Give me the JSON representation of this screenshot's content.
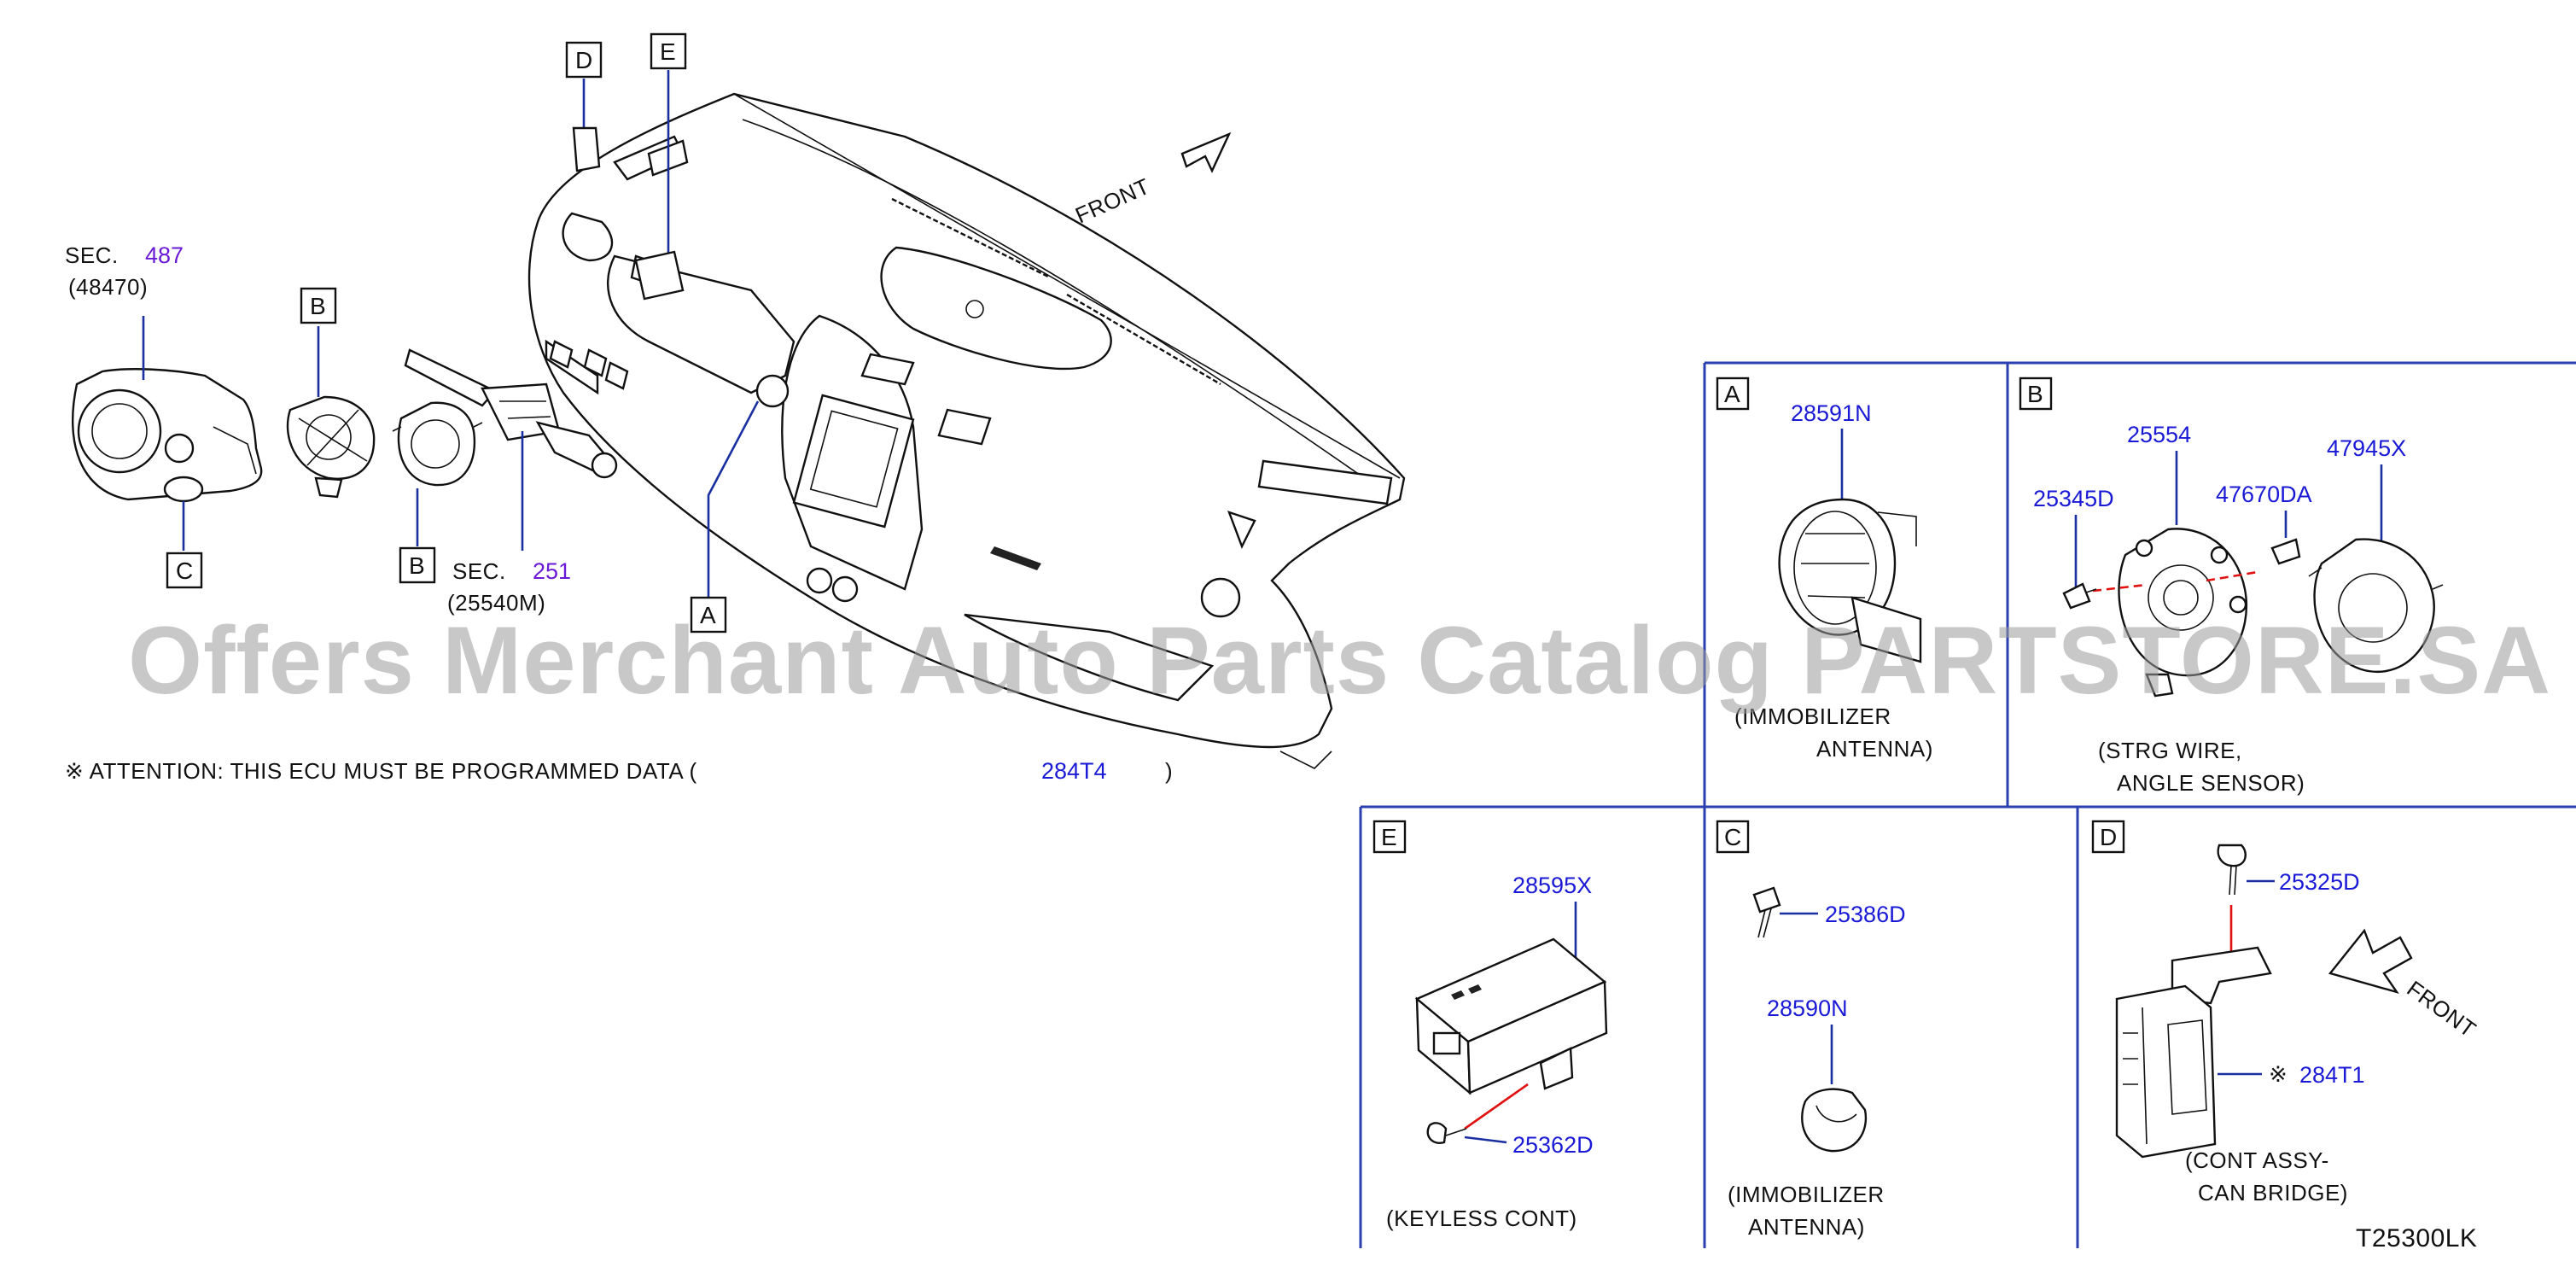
{
  "watermark": "Offers Merchant Auto Parts Catalog PARTSTORE.SA",
  "diagram_code": "T25300LK",
  "main": {
    "front_label": "FRONT",
    "sec487_prefix": "SEC.",
    "sec487_link": "487",
    "sec487_code": "(48470)",
    "sec251_prefix": "SEC.",
    "sec251_link": "251",
    "sec251_code": "(25540M)",
    "callouts": [
      "A",
      "B",
      "B",
      "C",
      "D",
      "E"
    ],
    "attention_prefix": "※ ATTENTION:  THIS  ECU  MUST  BE  PROGRAMMED  DATA  (",
    "attention_link": "284T4",
    "attention_suffix": ")"
  },
  "panels": {
    "A": {
      "letter": "A",
      "parts": [
        "28591N"
      ],
      "caption_line1": "(IMMOBILIZER",
      "caption_line2": "ANTENNA)"
    },
    "B": {
      "letter": "B",
      "parts": [
        "25554",
        "25345D",
        "47670DA",
        "47945X"
      ],
      "caption_line1": "(STRG   WIRE,",
      "caption_line2": "ANGLE   SENSOR)"
    },
    "E": {
      "letter": "E",
      "parts": [
        "28595X",
        "25362D"
      ],
      "caption_line1": "(KEYLESS   CONT)"
    },
    "C": {
      "letter": "C",
      "parts": [
        "25386D",
        "28590N"
      ],
      "caption_line1": "(IMMOBILIZER",
      "caption_line2": "ANTENNA)"
    },
    "D": {
      "letter": "D",
      "parts": [
        "25325D",
        "284T1"
      ],
      "part_mark": "※",
      "front_label": "FRONT",
      "caption_line1": "(CONT   ASSY-",
      "caption_line2": "CAN   BRIDGE)"
    }
  },
  "colors": {
    "part_link": "#1a1ad6",
    "section_link": "#6a1ad6",
    "panel_border": "#2a3fb0",
    "leader_line": "#1a2fa0",
    "red_guide": "#e01010"
  }
}
